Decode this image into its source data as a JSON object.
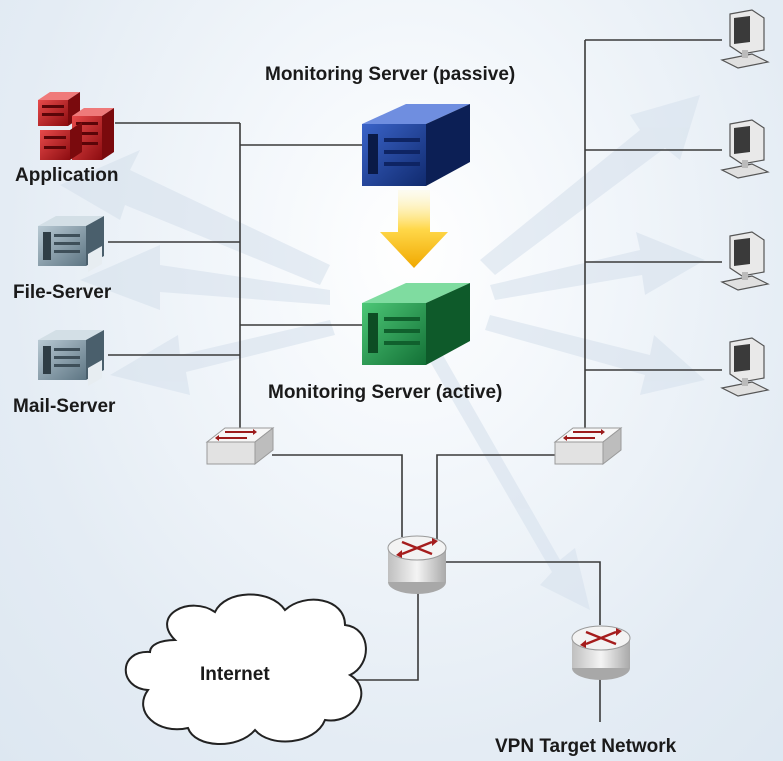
{
  "labels": {
    "application": "Application",
    "file_server": "File-Server",
    "mail_server": "Mail-Server",
    "monitoring_passive": "Monitoring Server (passive)",
    "monitoring_active": "Monitoring Server (active)",
    "internet": "Internet",
    "vpn_target": "VPN Target Network"
  },
  "colors": {
    "application_server": "#c4161c",
    "passive_server": "#1b3f9c",
    "active_server": "#1f9a4a",
    "infra_server": "#8fa6b4",
    "failover_arrow": "#f2b000",
    "line": "#3a3a3a"
  },
  "icons": [
    "application-server-icon",
    "file-server-icon",
    "mail-server-icon",
    "monitoring-server-passive-icon",
    "monitoring-server-active-icon",
    "switch-icon",
    "router-icon",
    "cloud-icon",
    "workstation-icon"
  ]
}
